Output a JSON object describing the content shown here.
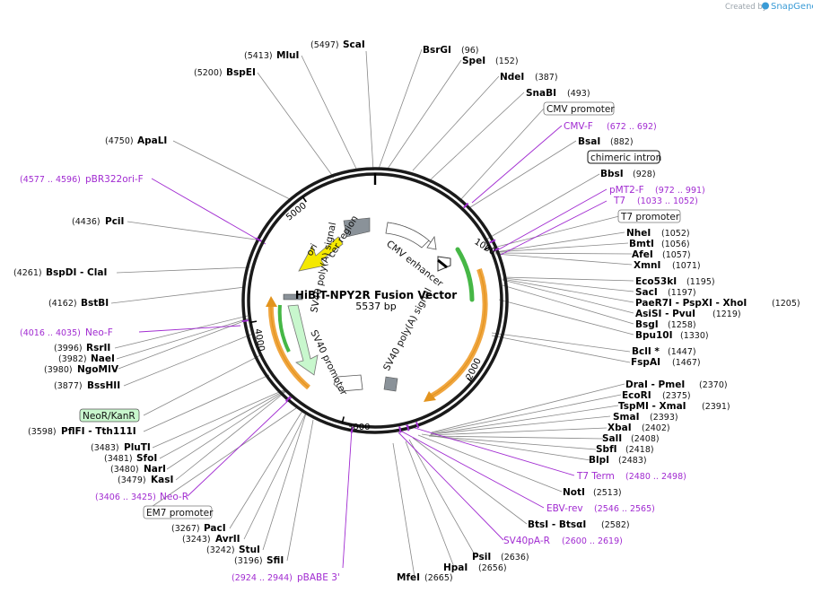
{
  "credit": {
    "prefix": "Created by",
    "brand": "SnapGene"
  },
  "map": {
    "title": "HiBiT-NPY2R Fusion Vector",
    "size": "5537 bp",
    "ticks": [
      "1000",
      "2000",
      "3000",
      "4000",
      "5000"
    ]
  },
  "enzymes": [
    {
      "name": "ScaI",
      "pos": "(5497)"
    },
    {
      "name": "MluI",
      "pos": "(5413)"
    },
    {
      "name": "BspEI",
      "pos": "(5200)"
    },
    {
      "name": "ApaLI",
      "pos": "(4750)"
    },
    {
      "name": "PciI",
      "pos": "(4436)"
    },
    {
      "name": "BspDI  -  ClaI",
      "pos": "(4261)"
    },
    {
      "name": "BstBI",
      "pos": "(4162)"
    },
    {
      "name": "RsrII",
      "pos": "(3996)"
    },
    {
      "name": "NaeI",
      "pos": "(3982)"
    },
    {
      "name": "NgoMIV",
      "pos": "(3980)"
    },
    {
      "name": "BssHII",
      "pos": "(3877)"
    },
    {
      "name": "PflFI  -  Tth111I",
      "pos": "(3598)"
    },
    {
      "name": "PluTI",
      "pos": "(3483)"
    },
    {
      "name": "SfoI",
      "pos": "(3481)"
    },
    {
      "name": "NarI",
      "pos": "(3480)"
    },
    {
      "name": "KasI",
      "pos": "(3479)"
    },
    {
      "name": "PacI",
      "pos": "(3267)"
    },
    {
      "name": "AvrII",
      "pos": "(3243)"
    },
    {
      "name": "StuI",
      "pos": "(3242)"
    },
    {
      "name": "SfiI",
      "pos": "(3196)"
    },
    {
      "name": "MfeI",
      "pos": "(2665)"
    },
    {
      "name": "BsrGI",
      "pos": "(96)"
    },
    {
      "name": "SpeI",
      "pos": "(152)"
    },
    {
      "name": "NdeI",
      "pos": "(387)"
    },
    {
      "name": "SnaBI",
      "pos": "(493)"
    },
    {
      "name": "BsaI",
      "pos": "(882)"
    },
    {
      "name": "BbsI",
      "pos": "(928)"
    },
    {
      "name": "NheI",
      "pos": "(1052)"
    },
    {
      "name": "BmtI",
      "pos": "(1056)"
    },
    {
      "name": "AfeI",
      "pos": "(1057)"
    },
    {
      "name": "XmnI",
      "pos": "(1071)"
    },
    {
      "name": "Eco53kI",
      "pos": "(1195)"
    },
    {
      "name": "SacI",
      "pos": "(1197)"
    },
    {
      "name": "PaeR7I  -  PspXI  -  XhoI",
      "pos": "(1205)"
    },
    {
      "name": "AsiSI  -  PvuI",
      "pos": "(1219)"
    },
    {
      "name": "BsgI",
      "pos": "(1258)"
    },
    {
      "name": "Bpu10I",
      "pos": "(1330)"
    },
    {
      "name": "BclI *",
      "pos": "(1447)"
    },
    {
      "name": "FspAI",
      "pos": "(1467)"
    },
    {
      "name": "DraI  -  PmeI",
      "pos": "(2370)"
    },
    {
      "name": "EcoRI",
      "pos": "(2375)"
    },
    {
      "name": "TspMI  -  XmaI",
      "pos": "(2391)"
    },
    {
      "name": "SmaI",
      "pos": "(2393)"
    },
    {
      "name": "XbaI",
      "pos": "(2402)"
    },
    {
      "name": "SalI",
      "pos": "(2408)"
    },
    {
      "name": "SbfI",
      "pos": "(2418)"
    },
    {
      "name": "BlpI",
      "pos": "(2483)"
    },
    {
      "name": "NotI",
      "pos": "(2513)"
    },
    {
      "name": "BtsI  -  BtsαI",
      "pos": "(2582)"
    },
    {
      "name": "PsiI",
      "pos": "(2636)"
    },
    {
      "name": "HpaI",
      "pos": "(2656)"
    }
  ],
  "primers": [
    {
      "name": "pBR322ori-F",
      "range": "(4577 .. 4596)"
    },
    {
      "name": "Neo-F",
      "range": "(4016 .. 4035)"
    },
    {
      "name": "Neo-R",
      "range": "(3406 .. 3425)"
    },
    {
      "name": "pBABE 3'",
      "range": "(2924 .. 2944)"
    },
    {
      "name": "CMV-F",
      "range": "(672 .. 692)"
    },
    {
      "name": "pMT2-F",
      "range": "(972 .. 991)"
    },
    {
      "name": "T7",
      "range": "(1033 .. 1052)"
    },
    {
      "name": "T7 Term",
      "range": "(2480 .. 2498)"
    },
    {
      "name": "EBV-rev",
      "range": "(2546 .. 2565)"
    },
    {
      "name": "SV40pA-R",
      "range": "(2600 .. 2619)"
    }
  ],
  "features": {
    "boxed": [
      "CMV promoter",
      "chimeric intron",
      "T7 promoter",
      "NeoR/KanR",
      "EM7 promoter"
    ],
    "inner": [
      "cer region",
      "CMV enhancer",
      "SV40 poly(A) signal",
      "SV40 promoter",
      "SV40 poly(A) signal",
      "ori"
    ]
  }
}
